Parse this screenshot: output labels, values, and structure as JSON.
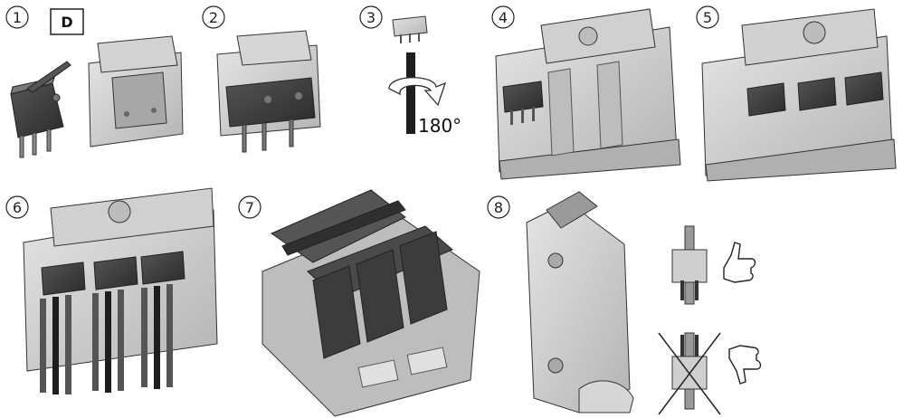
{
  "steps": [
    {
      "number": "1",
      "label": "D"
    },
    {
      "number": "2"
    },
    {
      "number": "3",
      "label": "180°"
    },
    {
      "number": "4"
    },
    {
      "number": "5"
    },
    {
      "number": "6"
    },
    {
      "number": "7"
    },
    {
      "number": "8"
    }
  ],
  "icons": {
    "rotate": "rotate-arrow-icon",
    "approve": "thumbs-up-icon",
    "reject": "thumbs-down-icon",
    "prohibited": "cross-icon"
  },
  "colors": {
    "part_light": "#c9c9c9",
    "part_mid": "#a9a9a9",
    "part_dark": "#3a3a3a",
    "outline": "#2a2a2a"
  }
}
